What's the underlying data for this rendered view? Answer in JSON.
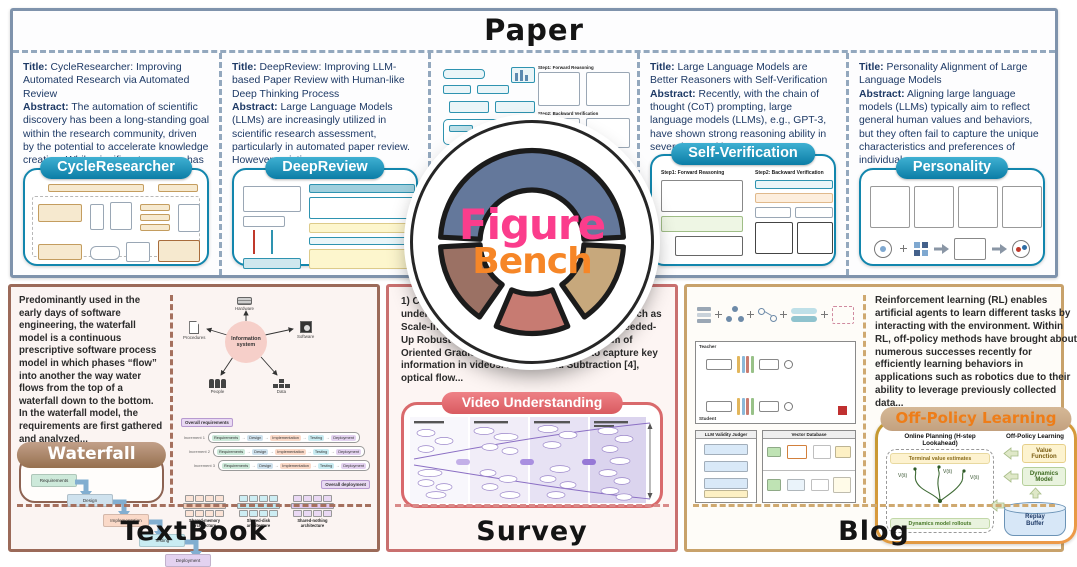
{
  "logo": {
    "line1": "Figure",
    "line2": "Bench",
    "line1_color": "#fb3d8c",
    "line2_color": "#f68627",
    "segment_colors": {
      "top": "#64789b",
      "bottom_left": "#9b7164",
      "bottom_center": "#c77b72",
      "bottom_right": "#c7a87c"
    }
  },
  "labels": {
    "title": "Title:",
    "abstract": "Abstract:"
  },
  "paper": {
    "label": "Paper",
    "accent": "#7f93ac",
    "badge_color": "#0e82aa",
    "cards": [
      {
        "badge": "CycleResearcher",
        "title": "CycleResearcher: Improving Automated Research via Automated Review",
        "abstract": "The automation of scientific discovery has been a long-standing goal within the research community, driven by the potential to accelerate knowledge creation. While significant progress has"
      },
      {
        "badge": "DeepReview",
        "title": "DeepReview: Improving LLM-based Paper Review with Human-like Deep Thinking Process",
        "abstract": "Large Language Models (LLMs) are increasingly utilized in scientific research assessment, particularly in automated paper review. However, existing"
      },
      {
        "badge": "Self-Verification",
        "title": "Large Language Models are Better Reasoners with Self-Verification",
        "abstract": "Recently, with the chain of thought (CoT) prompting, large language models (LLMs), e.g., GPT-3, have shown strong reasoning ability in several natural language",
        "step1": "Step1: Forward Reasoning",
        "step2": "Step2: Backward Verification"
      },
      {
        "badge": "Personality",
        "title": "Personality Alignment of Large Language Models",
        "abstract": "Aligning large language models (LLMs) typically aim to reflect general human values and behaviors, but they often fail to capture the unique characteristics and preferences of individual users. ..."
      }
    ]
  },
  "textbook": {
    "label": "TextBook",
    "accent": "#9b6a59",
    "paragraph": "Predominantly used in the early days of software engineering, the waterfall model is a continuous prescriptive software process model in which phases “flow” into another the way water flows from the top of a waterfall down to the bottom. In the waterfall model, the requirements are first gathered and analyzed...",
    "badge": "Waterfall",
    "stages": [
      "Requirements",
      "Design",
      "Implementation",
      "Testing",
      "Deployment"
    ],
    "infosystem": {
      "center": "Information system",
      "hardware": "Hardware",
      "software": "Software",
      "data": "Data",
      "people": "People",
      "procedures": "Procedures"
    },
    "overall_requirements": "Overall requirements",
    "overall_deployment": "Overall deployment",
    "increments": [
      "Increment 1",
      "Increment 2",
      "Increment 3"
    ],
    "architectures": [
      "Shared-memory architecture",
      "Shared-disk architecture",
      "Shared-nothing architecture"
    ]
  },
  "survey": {
    "label": "Survey",
    "accent": "#c9706f",
    "paragraph": "1) Conventional Methods: In the early era of video understanding, handcrafted feature techniques such as Scale-Invariant Feature Transform (SIFT) [1], Speeded-Up Robust Features (SURF) [2], and Histogram of Oriented Gradients (HOG) [3] were used to capture key information in videos. Background Subtraction [4], optical flow...",
    "badge": "Video Understanding"
  },
  "blog": {
    "label": "Blog",
    "accent": "#c8a26b",
    "paragraph": "Reinforcement learning (RL) enables artificial agents to learn different tasks by interacting with the environment. Within RL, off-policy methods have brought about numerous successes recently for efficiently learning behaviors in applications such as robotics due to their ability to leverage previously collected data...",
    "badge": "Off-Policy Learning",
    "diagrams": {
      "teacher": "Teacher",
      "student": "Student",
      "judger": "LLM Validity Judger",
      "vector_db": "Vector Database"
    },
    "opl": {
      "left_header": "Online Planning (H-step Lookahead)",
      "right_header": "Off-Policy Learning",
      "terminal": "Terminal value estimates",
      "rollouts": "Dynamics model rollouts",
      "value_function": "Value Function",
      "dynamics_model": "Dynamics Model",
      "replay_buffer": "Replay Buffer",
      "tree_label": "V(ŝ)"
    }
  }
}
